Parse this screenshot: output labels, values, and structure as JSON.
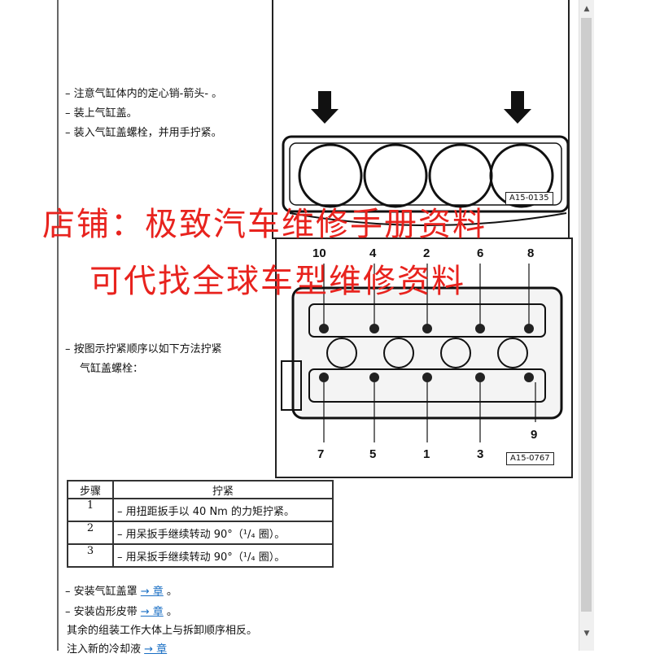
{
  "steps_top": [
    "– 注意气缸体内的定心销-箭头- 。",
    "– 装上气缸盖。",
    "– 装入气缸盖螺栓，并用手拧紧。"
  ],
  "step_tighten": [
    "– 按图示拧紧顺序以如下方法拧紧",
    "气缸盖螺栓："
  ],
  "figure1": {
    "code": "A15-0135"
  },
  "figure2": {
    "code": "A15-0767",
    "top_numbers": [
      "10",
      "4",
      "2",
      "6",
      "8"
    ],
    "bottom_numbers": [
      "7",
      "5",
      "1",
      "3"
    ],
    "side_number": "9"
  },
  "table": {
    "headers": [
      "步骤",
      "拧紧"
    ],
    "rows": [
      {
        "step": "1",
        "text": "– 用扭距扳手以 40 Nm 的力矩拧紧。"
      },
      {
        "step": "2",
        "text": "– 用呆扳手继续转动 90°（¹/₄ 圈）。"
      },
      {
        "step": "3",
        "text": "– 用呆扳手继续转动 90°（¹/₄ 圈）。"
      }
    ]
  },
  "after": [
    {
      "text": "– 安装气缸盖罩 ",
      "link": "→ 章",
      "end": " 。"
    },
    {
      "text": "– 安装齿形皮带 ",
      "link": "→ 章",
      "end": " 。"
    }
  ],
  "final": "其余的组装工作大体上与拆卸顺序相反。",
  "cut_line": {
    "text": "注入新的冷却液 ",
    "link": "→ 章"
  },
  "watermark": [
    "店铺：极致汽车维修手册资料",
    "可代找全球车型维修资料"
  ],
  "colors": {
    "watermark": "#e8231e",
    "link": "#1a6fc4"
  }
}
